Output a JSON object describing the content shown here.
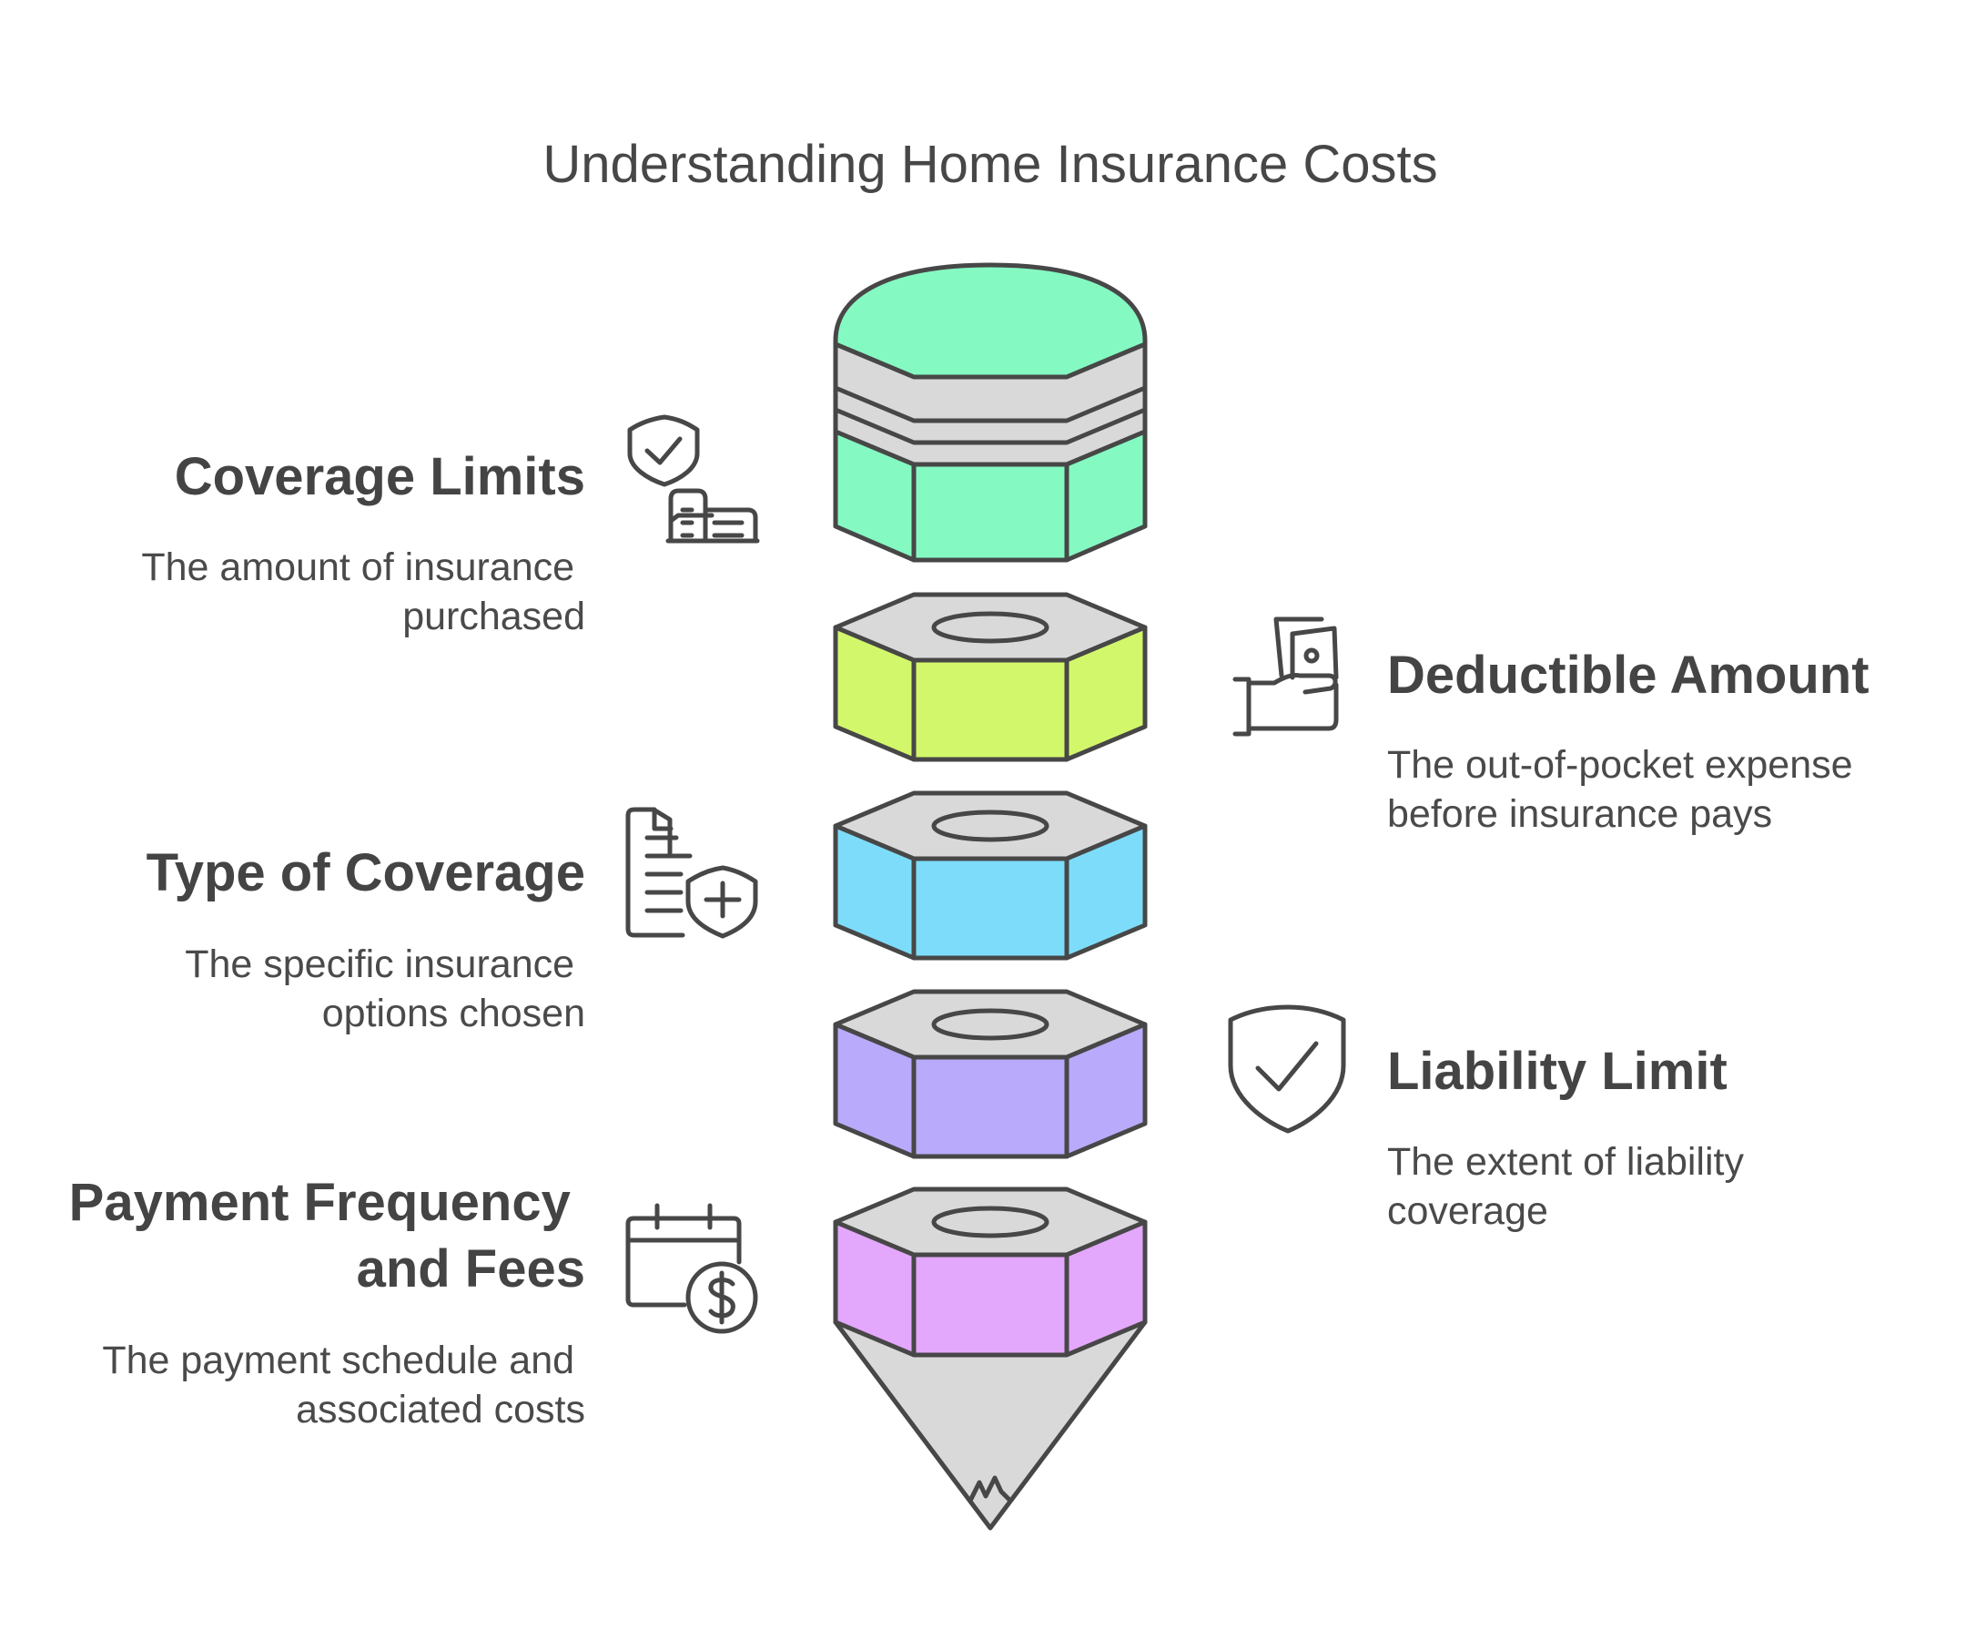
{
  "title": "Understanding Home Insurance Costs",
  "items": [
    {
      "heading": [
        "Coverage Limits"
      ],
      "description": [
        "The amount of insurance",
        "purchased"
      ],
      "icon": "shield-buildings-icon",
      "color": "#85f9c2"
    },
    {
      "heading": [
        "Deductible Amount"
      ],
      "description": [
        "The out-of-pocket expense",
        "before insurance pays"
      ],
      "icon": "hand-cash-icon",
      "color": "#d3f76b"
    },
    {
      "heading": [
        "Type of Coverage"
      ],
      "description": [
        "The specific insurance",
        "options chosen"
      ],
      "icon": "document-shield-plus-icon",
      "color": "#7edcfb"
    },
    {
      "heading": [
        "Liability Limit"
      ],
      "description": [
        "The extent of liability",
        "coverage"
      ],
      "icon": "shield-check-icon",
      "color": "#b9aafb"
    },
    {
      "heading": [
        "Payment Frequency",
        "and Fees"
      ],
      "description": [
        "The payment schedule and",
        "associated costs"
      ],
      "icon": "calendar-dollar-icon",
      "color": "#e3a7fb"
    }
  ],
  "colors": {
    "text": "#424242",
    "stroke": "#474747",
    "grey": "#d9d9d9"
  }
}
